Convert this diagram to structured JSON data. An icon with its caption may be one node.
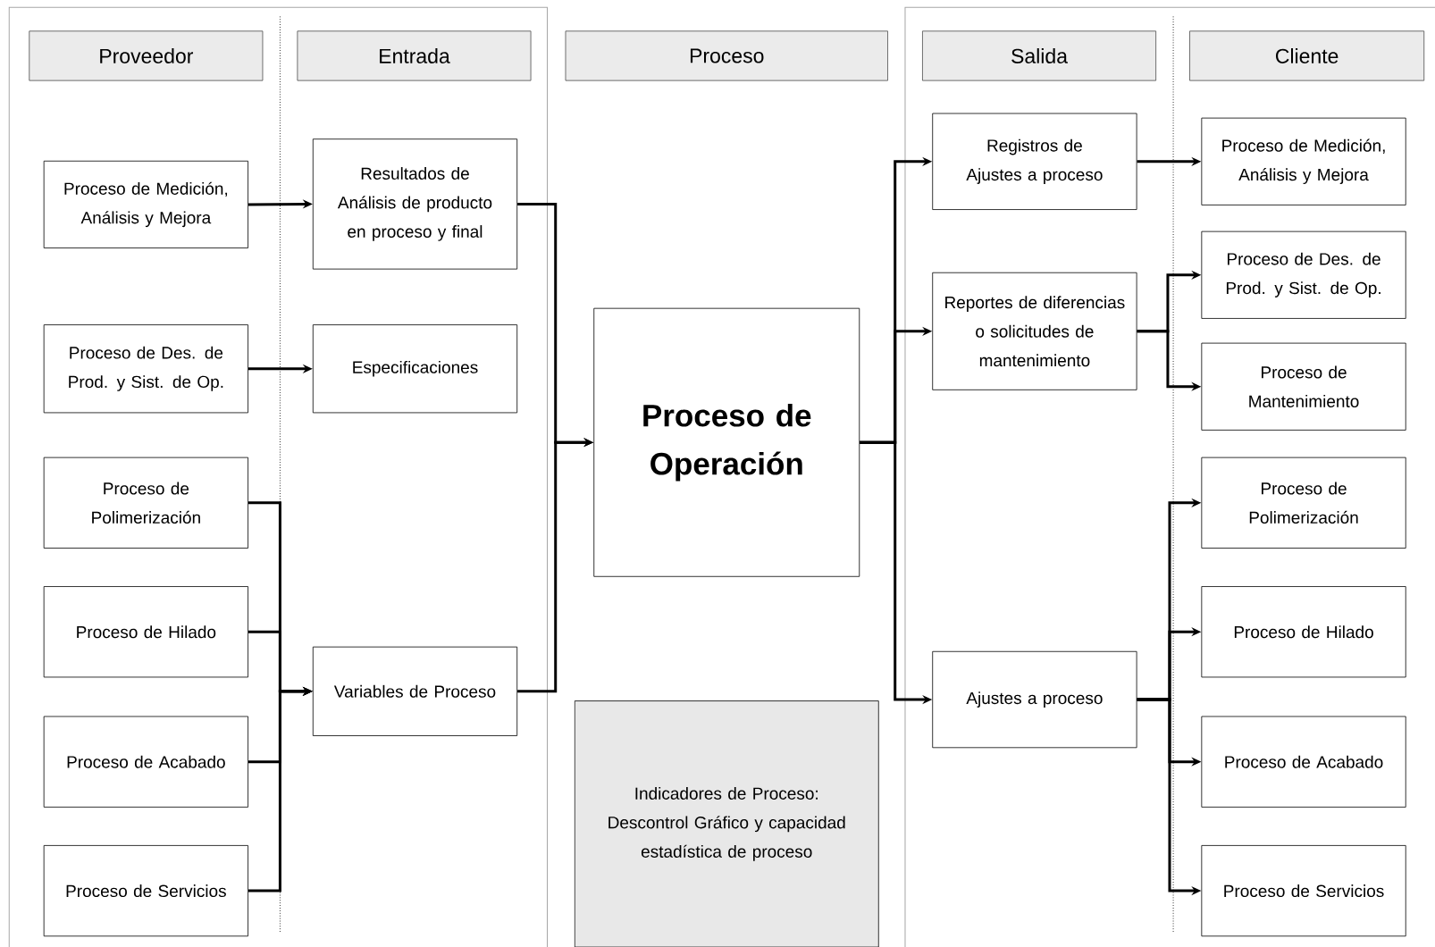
{
  "diagram": {
    "nodes": [
      {
        "text": [
          "Proveedor"
        ]
      },
      {
        "text": [
          "Entrada"
        ]
      },
      {
        "text": [
          "Proceso"
        ]
      },
      {
        "text": [
          "Salida"
        ]
      },
      {
        "text": [
          "Cliente"
        ]
      },
      {
        "text": [
          "Proceso de Medición, Análisis y Mejora"
        ]
      },
      {
        "text": [
          "Proceso de Des. de Prod. y Sist. de Op."
        ]
      },
      {
        "text": [
          "Proceso de Polimerización"
        ]
      },
      {
        "text": [
          "Proceso de Hilado"
        ]
      },
      {
        "text": [
          "Proceso de Acabado"
        ]
      },
      {
        "text": [
          "Proceso de Servicios"
        ]
      },
      {
        "text": [
          "Resultados de Análisis de producto en proceso y final"
        ]
      },
      {
        "text": [
          "Especificaciones"
        ]
      },
      {
        "text": [
          "Variables de Proceso"
        ]
      },
      {
        "text": [
          "Proceso de Operación"
        ]
      },
      {
        "text": [
          "Indicadores de Proceso: Descontrol Gráfico y capacidad estadística de proceso"
        ]
      },
      {
        "text": [
          "Registros de Ajustes a proceso"
        ]
      },
      {
        "text": [
          "Reportes de diferencias o solicitudes de mantenimiento"
        ]
      },
      {
        "text": [
          "Ajustes a proceso"
        ]
      },
      {
        "text": [
          "Proceso de Medición, Análisis y Mejora"
        ]
      },
      {
        "text": [
          "Proceso de Des. de Prod. y Sist. de Op."
        ]
      },
      {
        "text": [
          "Proceso de Mantenimiento"
        ]
      },
      {
        "text": [
          "Proceso de Polimerización"
        ]
      },
      {
        "text": [
          "Proceso de Hilado"
        ]
      },
      {
        "text": [
          "Proceso de Acabado"
        ]
      },
      {
        "text": [
          "Proceso de Servicios"
        ]
      }
    ],
    "edges": [
      {
        "from": 5,
        "to": 11,
        "arrow": "to"
      },
      {
        "from": 6,
        "to": 12,
        "arrow": "to"
      },
      {
        "from": 7,
        "to": 13,
        "arrow": "to"
      },
      {
        "from": 8,
        "to": 13,
        "arrow": "to"
      },
      {
        "from": 9,
        "to": 13,
        "arrow": "to"
      },
      {
        "from": 10,
        "to": 13,
        "arrow": "to"
      },
      {
        "from": 11,
        "to": 14,
        "arrow": "to"
      },
      {
        "from": 13,
        "to": 14,
        "arrow": "to"
      },
      {
        "from": 14,
        "to": 16,
        "arrow": "to"
      },
      {
        "from": 14,
        "to": 17,
        "arrow": "to"
      },
      {
        "from": 14,
        "to": 18,
        "arrow": "to"
      },
      {
        "from": 16,
        "to": 19,
        "arrow": "to"
      },
      {
        "from": 17,
        "to": 20,
        "arrow": "to"
      },
      {
        "from": 17,
        "to": 21,
        "arrow": "to"
      },
      {
        "from": 18,
        "to": 22,
        "arrow": "to"
      },
      {
        "from": 18,
        "to": 23,
        "arrow": "to"
      },
      {
        "from": 18,
        "to": 24,
        "arrow": "to"
      },
      {
        "from": 18,
        "to": 25,
        "arrow": "to"
      }
    ]
  }
}
